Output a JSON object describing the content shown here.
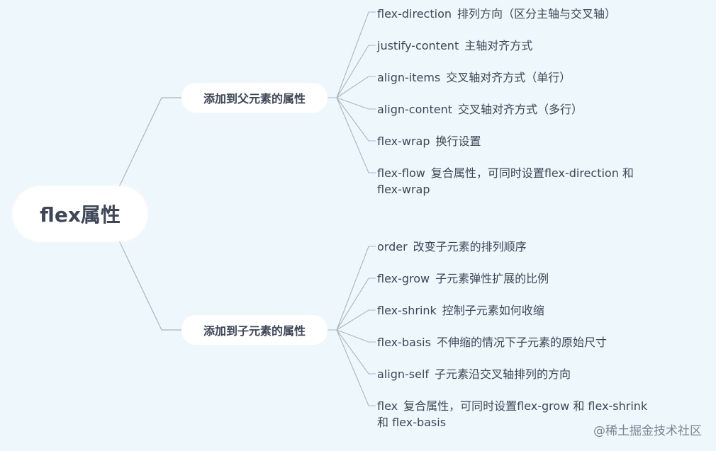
{
  "root": {
    "label": "flex属性"
  },
  "branches": [
    {
      "label": "添加到父元素的属性",
      "leaves": [
        {
          "term": "flex-direction",
          "desc": "排列方向（区分主轴与交叉轴）"
        },
        {
          "term": "justify-content",
          "desc": "主轴对齐方式"
        },
        {
          "term": "align-items",
          "desc": "交叉轴对齐方式（单行）"
        },
        {
          "term": "align-content",
          "desc": "交叉轴对齐方式（多行）"
        },
        {
          "term": "flex-wrap",
          "desc": "换行设置"
        },
        {
          "term": "flex-flow",
          "desc": "复合属性，可同时设置flex-direction 和 flex-wrap"
        }
      ]
    },
    {
      "label": "添加到子元素的属性",
      "leaves": [
        {
          "term": "order",
          "desc": "改变子元素的排列顺序"
        },
        {
          "term": "flex-grow",
          "desc": "子元素弹性扩展的比例"
        },
        {
          "term": "flex-shrink",
          "desc": "控制子元素如何收缩"
        },
        {
          "term": "flex-basis",
          "desc": "不伸缩的情况下子元素的原始尺寸"
        },
        {
          "term": "align-self",
          "desc": "子元素沿交叉轴排列的方向"
        },
        {
          "term": "flex",
          "desc": "复合属性，可同时设置flex-grow 和 flex-shrink 和 flex-basis"
        }
      ]
    }
  ],
  "watermark": "@稀土掘金技术社区",
  "colors": {
    "background": "#eef7fb",
    "node": "#ffffff",
    "text": "#3d4757",
    "connector": "#a9b6c2"
  }
}
